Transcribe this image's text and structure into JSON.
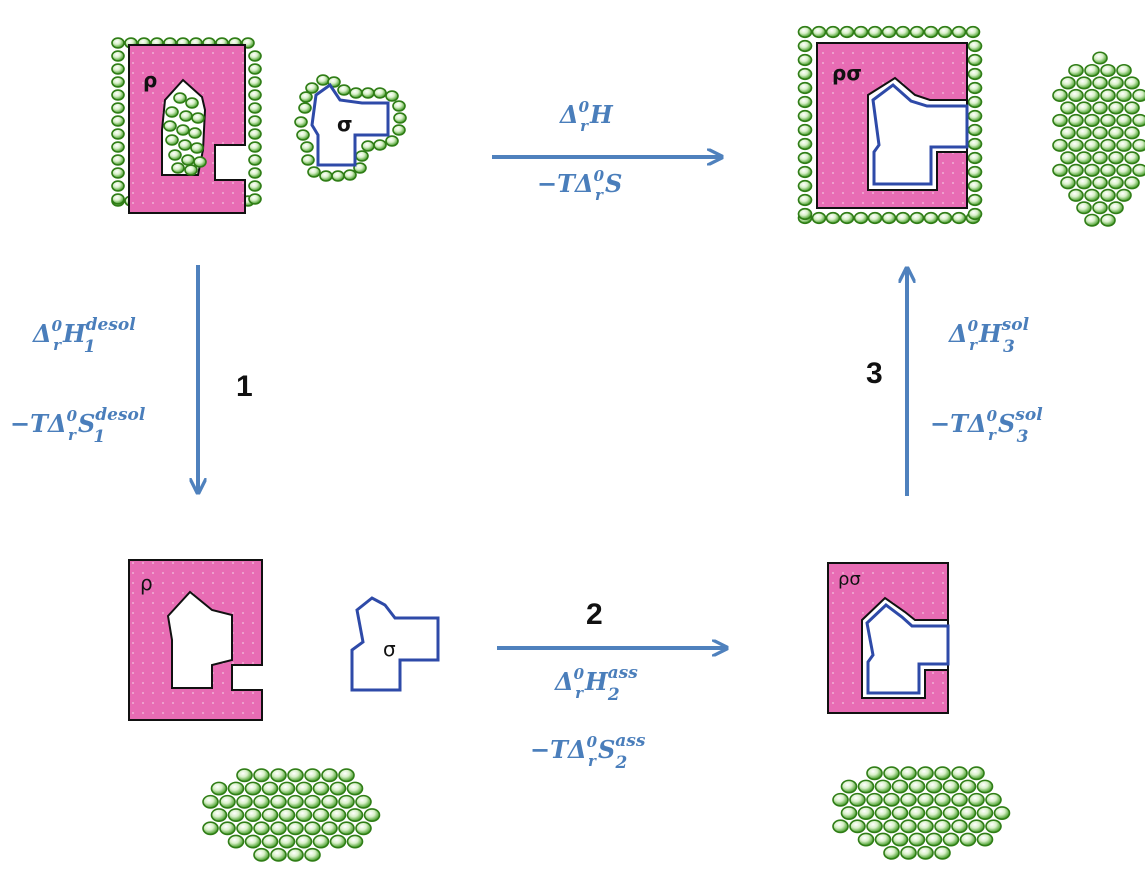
{
  "colors": {
    "arrow": "#4f81bd",
    "receptor_fill": "#e86cb4",
    "ligand_stroke": "#2e4aa8",
    "solvent": "#4ea82c",
    "text_thermo": "#4a7ebb",
    "text_dark": "#111111"
  },
  "labels": {
    "receptor": "ρ",
    "ligand": "σ",
    "complex": "ρσ"
  },
  "top_arrow": {
    "enthalpy": {
      "prefix": "Δ",
      "sup": "0",
      "sub": "r",
      "var": "H",
      "var_sup": "",
      "var_sub": ""
    },
    "entropy": {
      "lead": "−T",
      "prefix": "Δ",
      "sup": "0",
      "sub": "r",
      "var": "S",
      "var_sup": "",
      "var_sub": ""
    }
  },
  "step1": {
    "number": "1",
    "enthalpy": {
      "prefix": "Δ",
      "sup": "0",
      "sub": "r",
      "var": "H",
      "var_sup": "desol",
      "var_sub": "1"
    },
    "entropy": {
      "lead": "−T",
      "prefix": "Δ",
      "sup": "0",
      "sub": "r",
      "var": "S",
      "var_sup": "desol",
      "var_sub": "1"
    }
  },
  "step2": {
    "number": "2",
    "enthalpy": {
      "prefix": "Δ",
      "sup": "0",
      "sub": "r",
      "var": "H",
      "var_sup": "ass",
      "var_sub": "2"
    },
    "entropy": {
      "lead": "−T",
      "prefix": "Δ",
      "sup": "0",
      "sub": "r",
      "var": "S",
      "var_sup": "ass",
      "var_sub": "2"
    }
  },
  "step3": {
    "number": "3",
    "enthalpy": {
      "prefix": "Δ",
      "sup": "0",
      "sub": "r",
      "var": "H",
      "var_sup": "sol",
      "var_sub": "3"
    },
    "entropy": {
      "lead": "−T",
      "prefix": "Δ",
      "sup": "0",
      "sub": "r",
      "var": "S",
      "var_sup": "sol",
      "var_sub": "3"
    }
  }
}
